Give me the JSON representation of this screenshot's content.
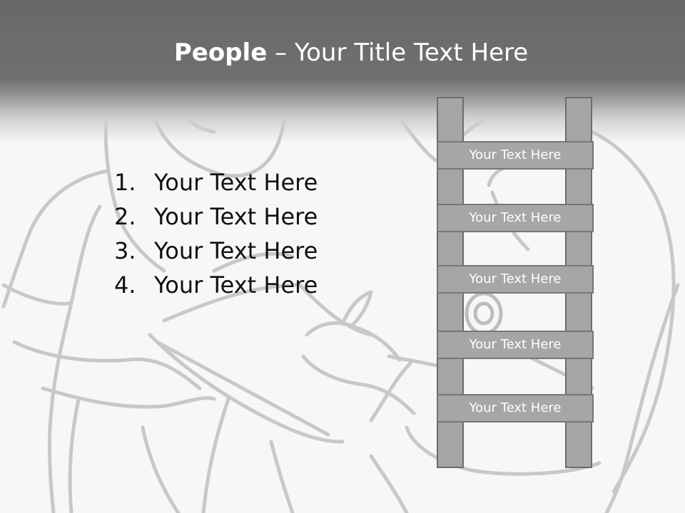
{
  "title": {
    "bold": "People",
    "rest": " – Your Title Text Here"
  },
  "list": [
    {
      "num": "1.",
      "text": "Your Text Here"
    },
    {
      "num": "2.",
      "text": "Your Text Here"
    },
    {
      "num": "3.",
      "text": "Your Text Here"
    },
    {
      "num": "4.",
      "text": "Your Text Here"
    }
  ],
  "ladder": {
    "rungs": [
      "Your Text Here",
      "Your Text Here",
      "Your Text Here",
      "Your Text Here",
      "Your Text Here"
    ]
  },
  "colors": {
    "header": "#6e6e6e",
    "ladder_fill": "#a6a6a6",
    "ladder_border": "#767676",
    "text": "#111111"
  }
}
